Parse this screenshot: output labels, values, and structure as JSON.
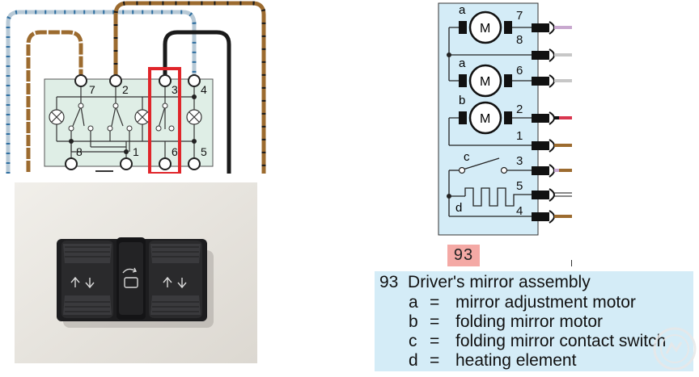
{
  "switch_schematic": {
    "terminals": [
      "7",
      "2",
      "3",
      "4",
      "8",
      "1",
      "6",
      "5"
    ],
    "highlight_color": "#e0252a"
  },
  "mirror_schematic": {
    "components": [
      {
        "label": "a",
        "symbol": "M"
      },
      {
        "label": "a",
        "symbol": "M"
      },
      {
        "label": "b",
        "symbol": "M"
      },
      {
        "label": "c"
      },
      {
        "label": "d"
      }
    ],
    "pins": [
      "7",
      "8",
      "6",
      "2",
      "1",
      "3",
      "5",
      "4"
    ],
    "part_number": "93",
    "connector_icon": "connector-plug-icon"
  },
  "photo": {
    "icons": [
      "up-down-arrows-icon",
      "mirror-fold-icon",
      "up-down-arrows-icon"
    ]
  },
  "legend": {
    "title_number": "93",
    "title_text": "Driver's mirror assembly",
    "items": [
      {
        "key": "a",
        "eq": "=",
        "text": "mirror adjustment motor"
      },
      {
        "key": "b",
        "eq": "=",
        "text": "folding mirror motor"
      },
      {
        "key": "c",
        "eq": "=",
        "text": "folding mirror contact switch"
      },
      {
        "key": "d",
        "eq": "=",
        "text": "heating element"
      }
    ]
  },
  "colors": {
    "wire_brown": "#9c6b2f",
    "wire_blue_white": "#b7c9d6",
    "wire_black": "#1a1a1a",
    "wire_violet": "#c8a8cf",
    "wire_grey": "#c7c7c7",
    "wire_red": "#d9364f",
    "panel_blue": "#d4ecf7",
    "switch_body": "#dfeee6"
  }
}
